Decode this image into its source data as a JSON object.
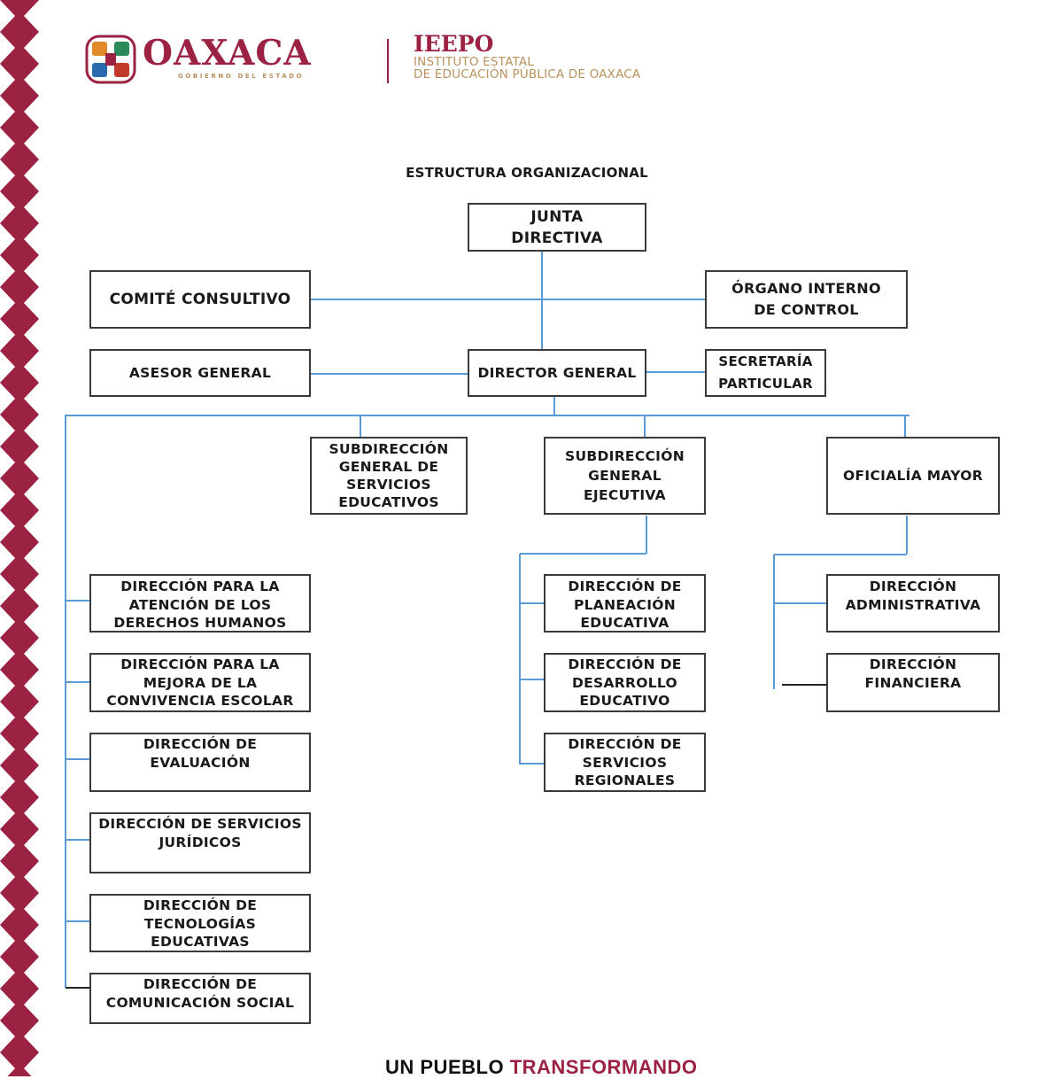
{
  "header": {
    "oaxaca": "OAXACA",
    "oaxaca_sub": "GOBIERNO DEL ESTADO",
    "ieepo": "IEEPO",
    "ieepo_line1": "INSTITUTO ESTATAL",
    "ieepo_line2": "DE EDUCACIÓN PÚBLICA DE OAXACA"
  },
  "title": "ESTRUCTURA ORGANIZACIONAL",
  "nodes": {
    "junta": [
      "JUNTA",
      "DIRECTIVA"
    ],
    "comite": [
      "COMITÉ CONSULTIVO"
    ],
    "organo": [
      "ÓRGANO INTERNO",
      "DE CONTROL"
    ],
    "asesor": [
      "ASESOR GENERAL"
    ],
    "director": [
      "DIRECTOR GENERAL"
    ],
    "secretaria": [
      "SECRETARÍA",
      "PARTICULAR"
    ],
    "subdir_servicios": [
      "SUBDIRECCIÓN",
      "GENERAL DE",
      "SERVICIOS",
      "EDUCATIVOS"
    ],
    "subdir_ejecutiva": [
      "SUBDIRECCIÓN",
      "GENERAL",
      "EJECUTIVA"
    ],
    "oficialia": [
      "OFICIALÍA MAYOR"
    ],
    "dir_derechos": [
      "DIRECCIÓN PARA LA",
      "ATENCIÓN DE LOS",
      "DERECHOS HUMANOS"
    ],
    "dir_convivencia": [
      "DIRECCIÓN PARA LA",
      "MEJORA DE LA",
      "CONVIVENCIA ESCOLAR"
    ],
    "dir_evaluacion": [
      "DIRECCIÓN DE",
      "EVALUACIÓN"
    ],
    "dir_juridicos": [
      "DIRECCIÓN DE SERVICIOS",
      "JURÍDICOS"
    ],
    "dir_tecnologias": [
      "DIRECCIÓN DE",
      "TECNOLOGÍAS",
      "EDUCATIVAS"
    ],
    "dir_comunicacion": [
      "DIRECCIÓN DE",
      "COMUNICACIÓN SOCIAL"
    ],
    "dir_planeacion": [
      "DIRECCIÓN DE",
      "PLANEACIÓN",
      "EDUCATIVA"
    ],
    "dir_desarrollo": [
      "DIRECCIÓN DE",
      "DESARROLLO",
      "EDUCATIVO"
    ],
    "dir_regionales": [
      "DIRECCIÓN DE",
      "SERVICIOS",
      "REGIONALES"
    ],
    "dir_administrativa": [
      "DIRECCIÓN",
      "ADMINISTRATIVA"
    ],
    "dir_financiera": [
      "DIRECCIÓN",
      "FINANCIERA"
    ]
  },
  "footer": {
    "part1": "UN PUEBLO ",
    "part2": "TRANSFORMANDO"
  },
  "colors": {
    "brand": "#9b2242",
    "gold": "#b8925f",
    "connector": "#5b9bd5",
    "box_border": "#3a3a3a"
  }
}
